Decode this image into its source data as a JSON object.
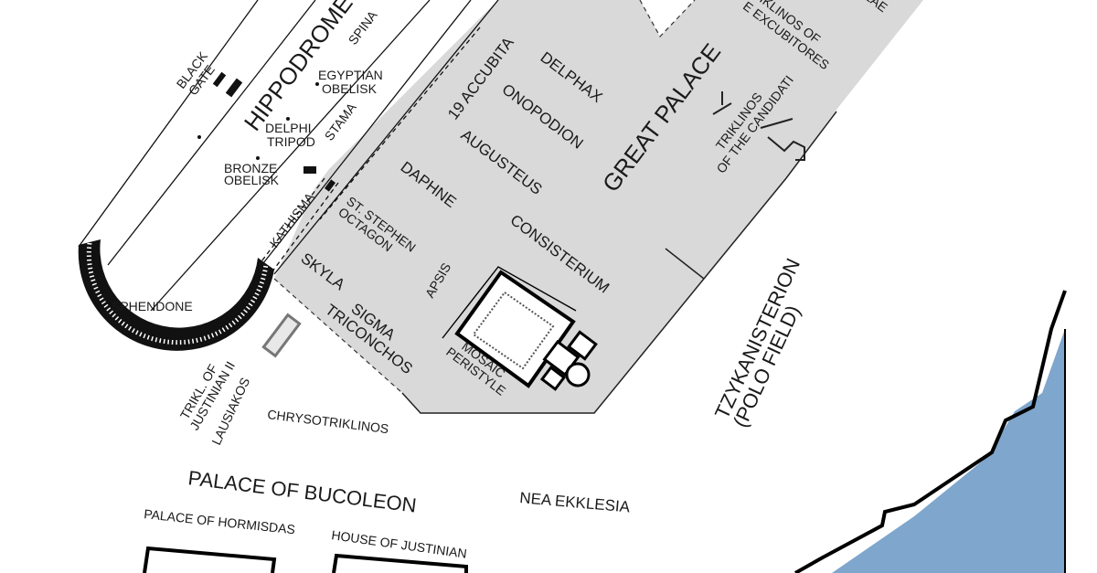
{
  "colors": {
    "palace_area": "#d9d9d9",
    "sea": "#7fa6cc",
    "ink": "#000000",
    "background": "#ffffff"
  },
  "labels": {
    "hippodrome": "HIPPODROME",
    "black_gate": [
      "BLACK",
      "GATE"
    ],
    "spina": "SPINA",
    "egyptian_obelisk": [
      "EGYPTIAN",
      "OBELISK"
    ],
    "delphi_tripod": [
      "DELPHI",
      "TRIPOD"
    ],
    "stama": "STAMA",
    "bronze_obelisk": [
      "BRONZE",
      "OBELISK"
    ],
    "kathisma": "KATHISMA",
    "sphendone": "SPHENDONE",
    "accubita": "19 ACCUBITA",
    "delphax": "DELPHAX",
    "onopodion": "ONOPODION",
    "augusteus": "AUGUSTEUS",
    "daphne": "DAPHNE",
    "great_palace": "GREAT PALACE",
    "excubitores": [
      "IKLINOS OF",
      "E EXCUBITORES"
    ],
    "lae": "LAE",
    "candidati": [
      "TRIKLINOS",
      "OF THE CANDIDATI"
    ],
    "st_stephen": [
      "ST. STEPHEN",
      "OCTAGON"
    ],
    "consisterium": "CONSISTERIUM",
    "skyla": "SKYLA",
    "apsis": "APSIS",
    "sigma": [
      "SIGMA",
      "TRICONCHOS"
    ],
    "mosaic_peristyle": [
      "MOSAIC",
      "PERISTYLE"
    ],
    "trikl_justinian": [
      "TRIKL. OF",
      "JUSTINIAN II"
    ],
    "lausiakos": "LAUSIAKOS",
    "chrysotriklinos": "CHRYSOTRIKLINOS",
    "tzykanisterion": [
      "TZYKANISTERION",
      "(POLO FIELD)"
    ],
    "palace_bucoleon": "PALACE OF BUCOLEON",
    "nea_ekklesia": "NEA EKKLESIA",
    "palace_hormisdas": "PALACE OF HORMISDAS",
    "house_justinian": "HOUSE OF JUSTINIAN"
  }
}
